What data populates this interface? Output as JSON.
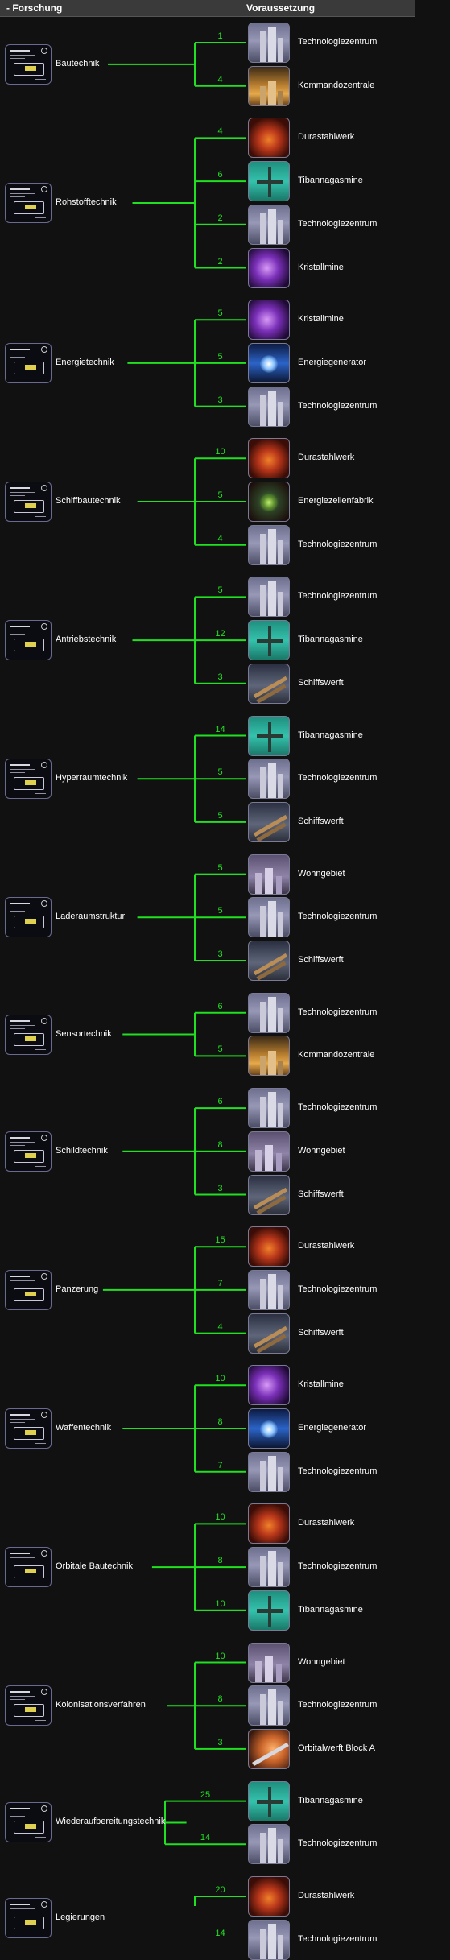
{
  "header": {
    "research": "- Forschung",
    "requirement": "Voraussetzung"
  },
  "colors": {
    "line": "#21e021",
    "level": "#21e021",
    "background": "#111111",
    "header": "#3a3a3a"
  },
  "groups": [
    {
      "name": "Bautechnik",
      "reqs": [
        {
          "level": "1",
          "name": "Technologiezentrum",
          "img": "tech"
        },
        {
          "level": "4",
          "name": "Kommandozentrale",
          "img": "command"
        }
      ]
    },
    {
      "name": "Rohstofftechnik",
      "reqs": [
        {
          "level": "4",
          "name": "Durastahlwerk",
          "img": "steel"
        },
        {
          "level": "6",
          "name": "Tibannagasmine",
          "img": "tibanna"
        },
        {
          "level": "2",
          "name": "Technologiezentrum",
          "img": "tech"
        },
        {
          "level": "2",
          "name": "Kristallmine",
          "img": "crystal"
        }
      ]
    },
    {
      "name": "Energietechnik",
      "reqs": [
        {
          "level": "5",
          "name": "Kristallmine",
          "img": "crystal"
        },
        {
          "level": "5",
          "name": "Energiegenerator",
          "img": "energy"
        },
        {
          "level": "3",
          "name": "Technologiezentrum",
          "img": "tech"
        }
      ]
    },
    {
      "name": "Schiffbautechnik",
      "reqs": [
        {
          "level": "10",
          "name": "Durastahlwerk",
          "img": "steel"
        },
        {
          "level": "5",
          "name": "Energiezellenfabrik",
          "img": "cell"
        },
        {
          "level": "4",
          "name": "Technologiezentrum",
          "img": "tech"
        }
      ]
    },
    {
      "name": "Antriebstechnik",
      "reqs": [
        {
          "level": "5",
          "name": "Technologiezentrum",
          "img": "tech"
        },
        {
          "level": "12",
          "name": "Tibannagasmine",
          "img": "tibanna"
        },
        {
          "level": "3",
          "name": "Schiffswerft",
          "img": "yard"
        }
      ]
    },
    {
      "name": "Hyperraumtechnik",
      "reqs": [
        {
          "level": "14",
          "name": "Tibannagasmine",
          "img": "tibanna"
        },
        {
          "level": "5",
          "name": "Technologiezentrum",
          "img": "tech"
        },
        {
          "level": "5",
          "name": "Schiffswerft",
          "img": "yard"
        }
      ]
    },
    {
      "name": "Laderaumstruktur",
      "reqs": [
        {
          "level": "5",
          "name": "Wohngebiet",
          "img": "housing"
        },
        {
          "level": "5",
          "name": "Technologiezentrum",
          "img": "tech"
        },
        {
          "level": "3",
          "name": "Schiffswerft",
          "img": "yard"
        }
      ]
    },
    {
      "name": "Sensortechnik",
      "reqs": [
        {
          "level": "6",
          "name": "Technologiezentrum",
          "img": "tech"
        },
        {
          "level": "5",
          "name": "Kommandozentrale",
          "img": "command"
        }
      ]
    },
    {
      "name": "Schildtechnik",
      "reqs": [
        {
          "level": "6",
          "name": "Technologiezentrum",
          "img": "tech"
        },
        {
          "level": "8",
          "name": "Wohngebiet",
          "img": "housing"
        },
        {
          "level": "3",
          "name": "Schiffswerft",
          "img": "yard"
        }
      ]
    },
    {
      "name": "Panzerung",
      "reqs": [
        {
          "level": "15",
          "name": "Durastahlwerk",
          "img": "steel"
        },
        {
          "level": "7",
          "name": "Technologiezentrum",
          "img": "tech"
        },
        {
          "level": "4",
          "name": "Schiffswerft",
          "img": "yard"
        }
      ]
    },
    {
      "name": "Waffentechnik",
      "reqs": [
        {
          "level": "10",
          "name": "Kristallmine",
          "img": "crystal"
        },
        {
          "level": "8",
          "name": "Energiegenerator",
          "img": "energy"
        },
        {
          "level": "7",
          "name": "Technologiezentrum",
          "img": "tech"
        }
      ]
    },
    {
      "name": "Orbitale Bautechnik",
      "reqs": [
        {
          "level": "10",
          "name": "Durastahlwerk",
          "img": "steel"
        },
        {
          "level": "8",
          "name": "Technologiezentrum",
          "img": "tech"
        },
        {
          "level": "10",
          "name": "Tibannagasmine",
          "img": "tibanna"
        }
      ]
    },
    {
      "name": "Kolonisationsverfahren",
      "reqs": [
        {
          "level": "10",
          "name": "Wohngebiet",
          "img": "housing"
        },
        {
          "level": "8",
          "name": "Technologiezentrum",
          "img": "tech"
        },
        {
          "level": "3",
          "name": "Orbitalwerft Block A",
          "img": "orbital"
        }
      ]
    },
    {
      "name": "Wiederaufbereitungstechnik",
      "reqs": [
        {
          "level": "25",
          "name": "Tibannagasmine",
          "img": "tibanna"
        },
        {
          "level": "14",
          "name": "Technologiezentrum",
          "img": "tech"
        }
      ]
    },
    {
      "name": "Legierungen",
      "reqs": [
        {
          "level": "20",
          "name": "Durastahlwerk",
          "img": "steel"
        },
        {
          "level": "14",
          "name": "Technologiezentrum",
          "img": "tech"
        }
      ]
    }
  ]
}
